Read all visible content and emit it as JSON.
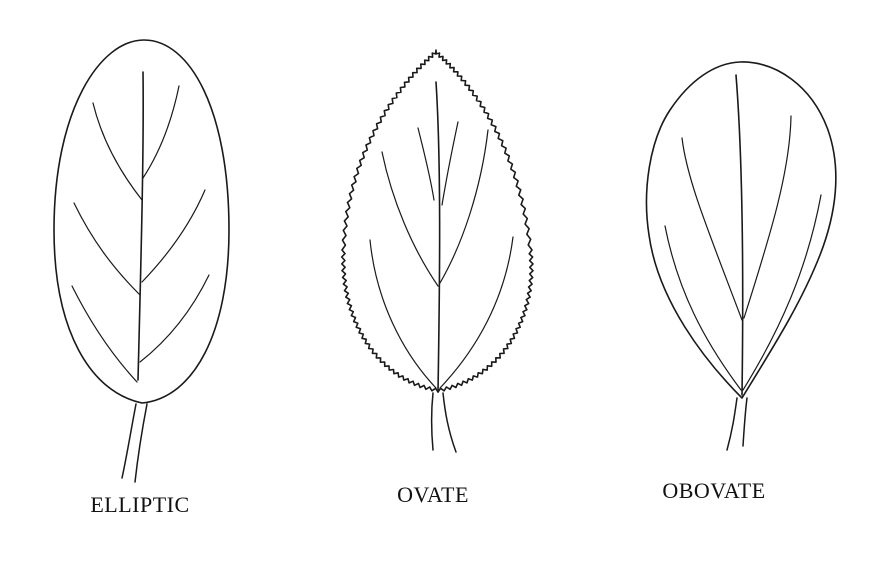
{
  "leaves": [
    {
      "label": "ELLIPTIC"
    },
    {
      "label": "OVATE"
    },
    {
      "label": "OBOVATE"
    }
  ],
  "colors": {
    "line": "#1a1a1a",
    "background": "#ffffff"
  }
}
